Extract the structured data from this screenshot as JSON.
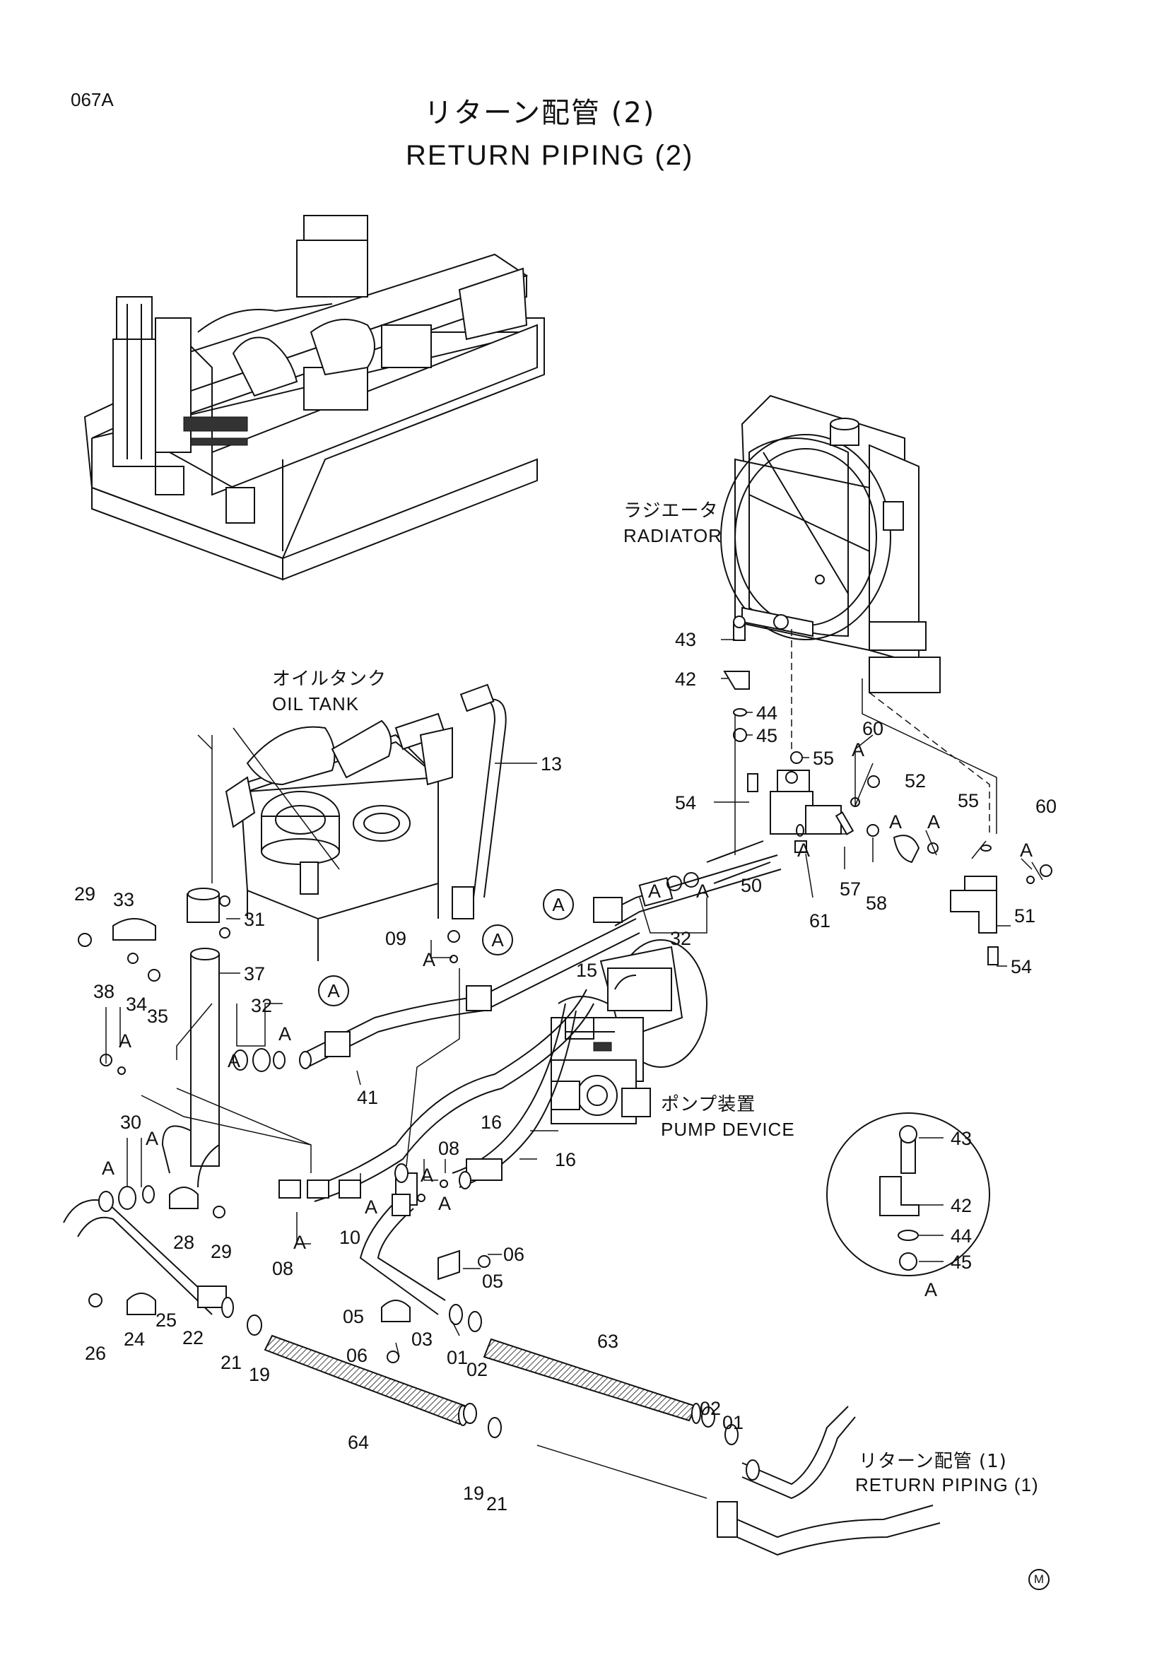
{
  "page_code": "067A",
  "title_jp": "リターン配管 (2)",
  "title_en": "RETURN PIPING (2)",
  "components": {
    "radiator_jp": "ラジエータ",
    "radiator_en": "RADIATOR",
    "oil_tank_jp": "オイルタンク",
    "oil_tank_en": "OIL TANK",
    "pump_device_jp": "ポンプ装置",
    "pump_device_en": "PUMP DEVICE",
    "return_piping_1_jp": "リターン配管 (1)",
    "return_piping_1_en": "RETURN PIPING (1)"
  },
  "detail_view_label": "A",
  "view_ref_letter": "A",
  "corner_mark": "M",
  "part_numbers": {
    "p43a": "43",
    "p42a": "42",
    "p44a": "44",
    "p45a": "45",
    "p60a": "60",
    "p55a": "55",
    "p54a": "54",
    "p52": "52",
    "p55b": "55",
    "p60b": "60",
    "p50": "50",
    "p57": "57",
    "p58": "58",
    "p61": "61",
    "p51": "51",
    "p54b": "54",
    "p32a": "32",
    "p13": "13",
    "p29a": "29",
    "p33": "33",
    "p31": "31",
    "p09": "09",
    "p15": "15",
    "p37": "37",
    "p34": "34",
    "p35": "35",
    "p38": "38",
    "p32b": "32",
    "p41": "41",
    "p30": "30",
    "p16a": "16",
    "p16b": "16",
    "p08a": "08",
    "p28": "28",
    "p29b": "29",
    "p10": "10",
    "p08b": "08",
    "p06a": "06",
    "p05a": "05",
    "p05b": "05",
    "p26": "26",
    "p24": "24",
    "p25": "25",
    "p22": "22",
    "p21a": "21",
    "p19a": "19",
    "p06b": "06",
    "p03": "03",
    "p01a": "01",
    "p02a": "02",
    "p63": "63",
    "p64": "64",
    "p02b": "02",
    "p01b": "01",
    "p19b": "19",
    "p21b": "21",
    "d43": "43",
    "d42": "42",
    "d44": "44",
    "d45": "45"
  }
}
